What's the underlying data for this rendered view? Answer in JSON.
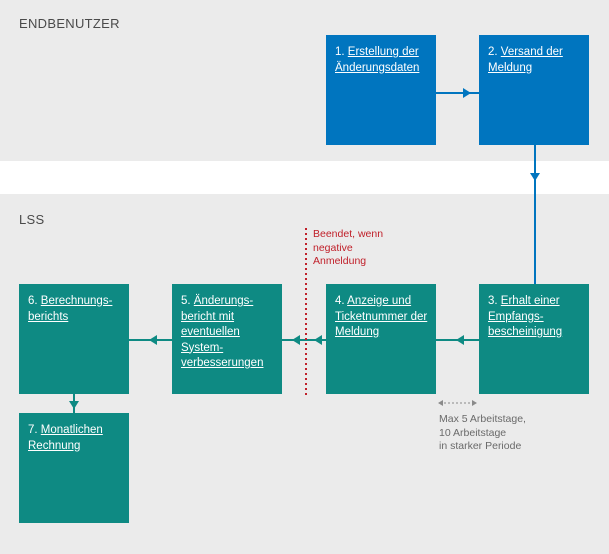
{
  "lanes": {
    "user": "ENDBENUTZER",
    "lss": "LSS"
  },
  "steps": [
    {
      "num": "1.",
      "label": "Erstellung der Änderungsdaten"
    },
    {
      "num": "2.",
      "label": "Versand der Meldung"
    },
    {
      "num": "3.",
      "label": "Erhalt einer Empfangs-bescheinigung"
    },
    {
      "num": "4.",
      "label": "Anzeige und Ticketnummer der Meldung"
    },
    {
      "num": "5.",
      "label": "Änderungs-bericht mit eventuellen System-verbesserungen"
    },
    {
      "num": "6.",
      "label": "Berechnungs-berichts"
    },
    {
      "num": "7.",
      "label": "Monatlichen Rechnung"
    }
  ],
  "annotations": {
    "terminated": "Beendet, wenn negative Anmeldung",
    "duration": "Max 5 Arbeitstage,\n10 Arbeitstage\nin starker Periode"
  },
  "colors": {
    "user_box": "#0075bf",
    "lss_box": "#0e8a83",
    "terminate_line": "#c0202a"
  }
}
